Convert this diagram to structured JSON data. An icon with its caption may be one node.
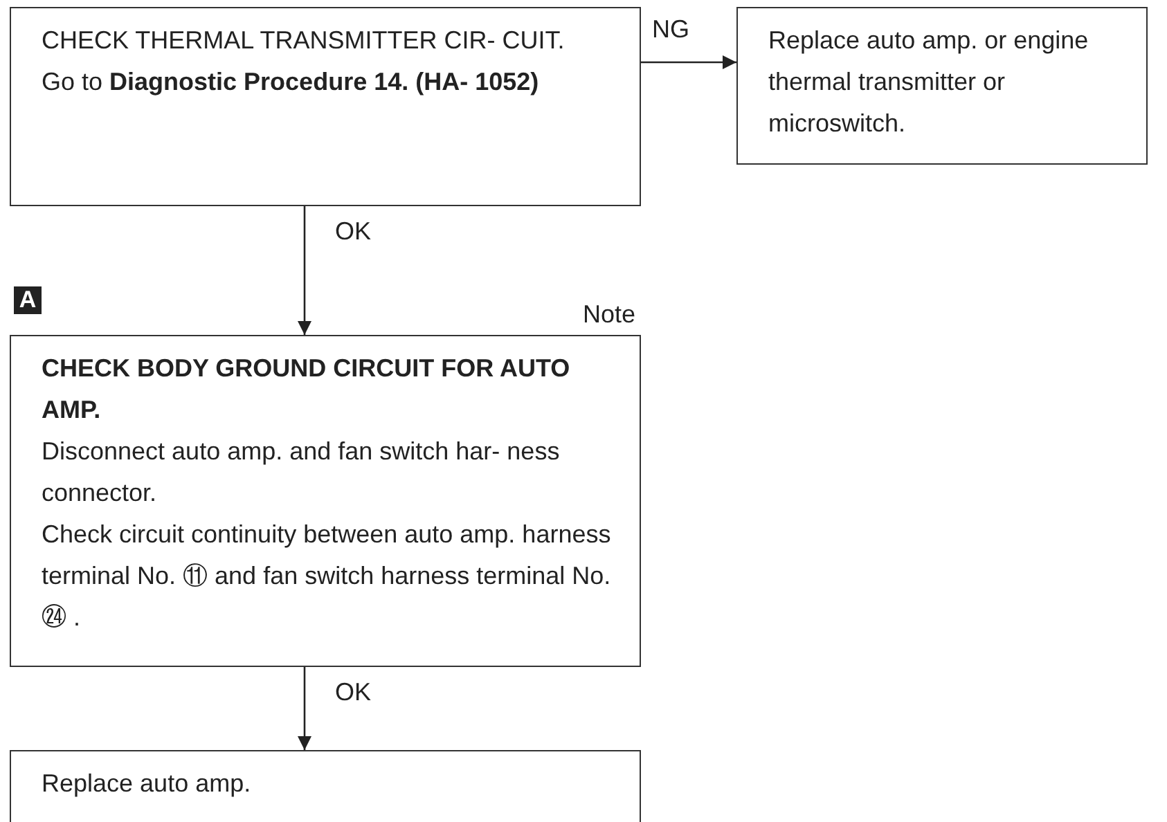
{
  "diagram": {
    "nodes": [
      {
        "text": [
          "CHECK THERMAL TRANSMITTER CIR- CUIT.",
          "Go to **Diagnostic Procedure 14. (HA- 1052)**"
        ]
      },
      {
        "text": [
          "Replace auto amp. or engine thermal transmitter or microswitch."
        ]
      },
      {
        "text": [
          "CHECK BODY GROUND CIRCUIT FOR AUTO AMP.",
          "Disconnect auto amp. and fan switch har- ness connector.",
          "Check circuit continuity between auto amp. harness terminal No. ⑪ and fan switch harness terminal No. ㉔ ."
        ],
        "beside": [
          "A",
          "Note"
        ]
      },
      {
        "text": [
          "Replace auto amp."
        ]
      }
    ],
    "edges": [
      {
        "from": 0,
        "to": 1,
        "arrow": "to",
        "label": "NG"
      },
      {
        "from": 0,
        "to": 2,
        "arrow": "to",
        "label": "OK"
      },
      {
        "from": 2,
        "to": 3,
        "arrow": "to",
        "label": "OK"
      }
    ]
  }
}
